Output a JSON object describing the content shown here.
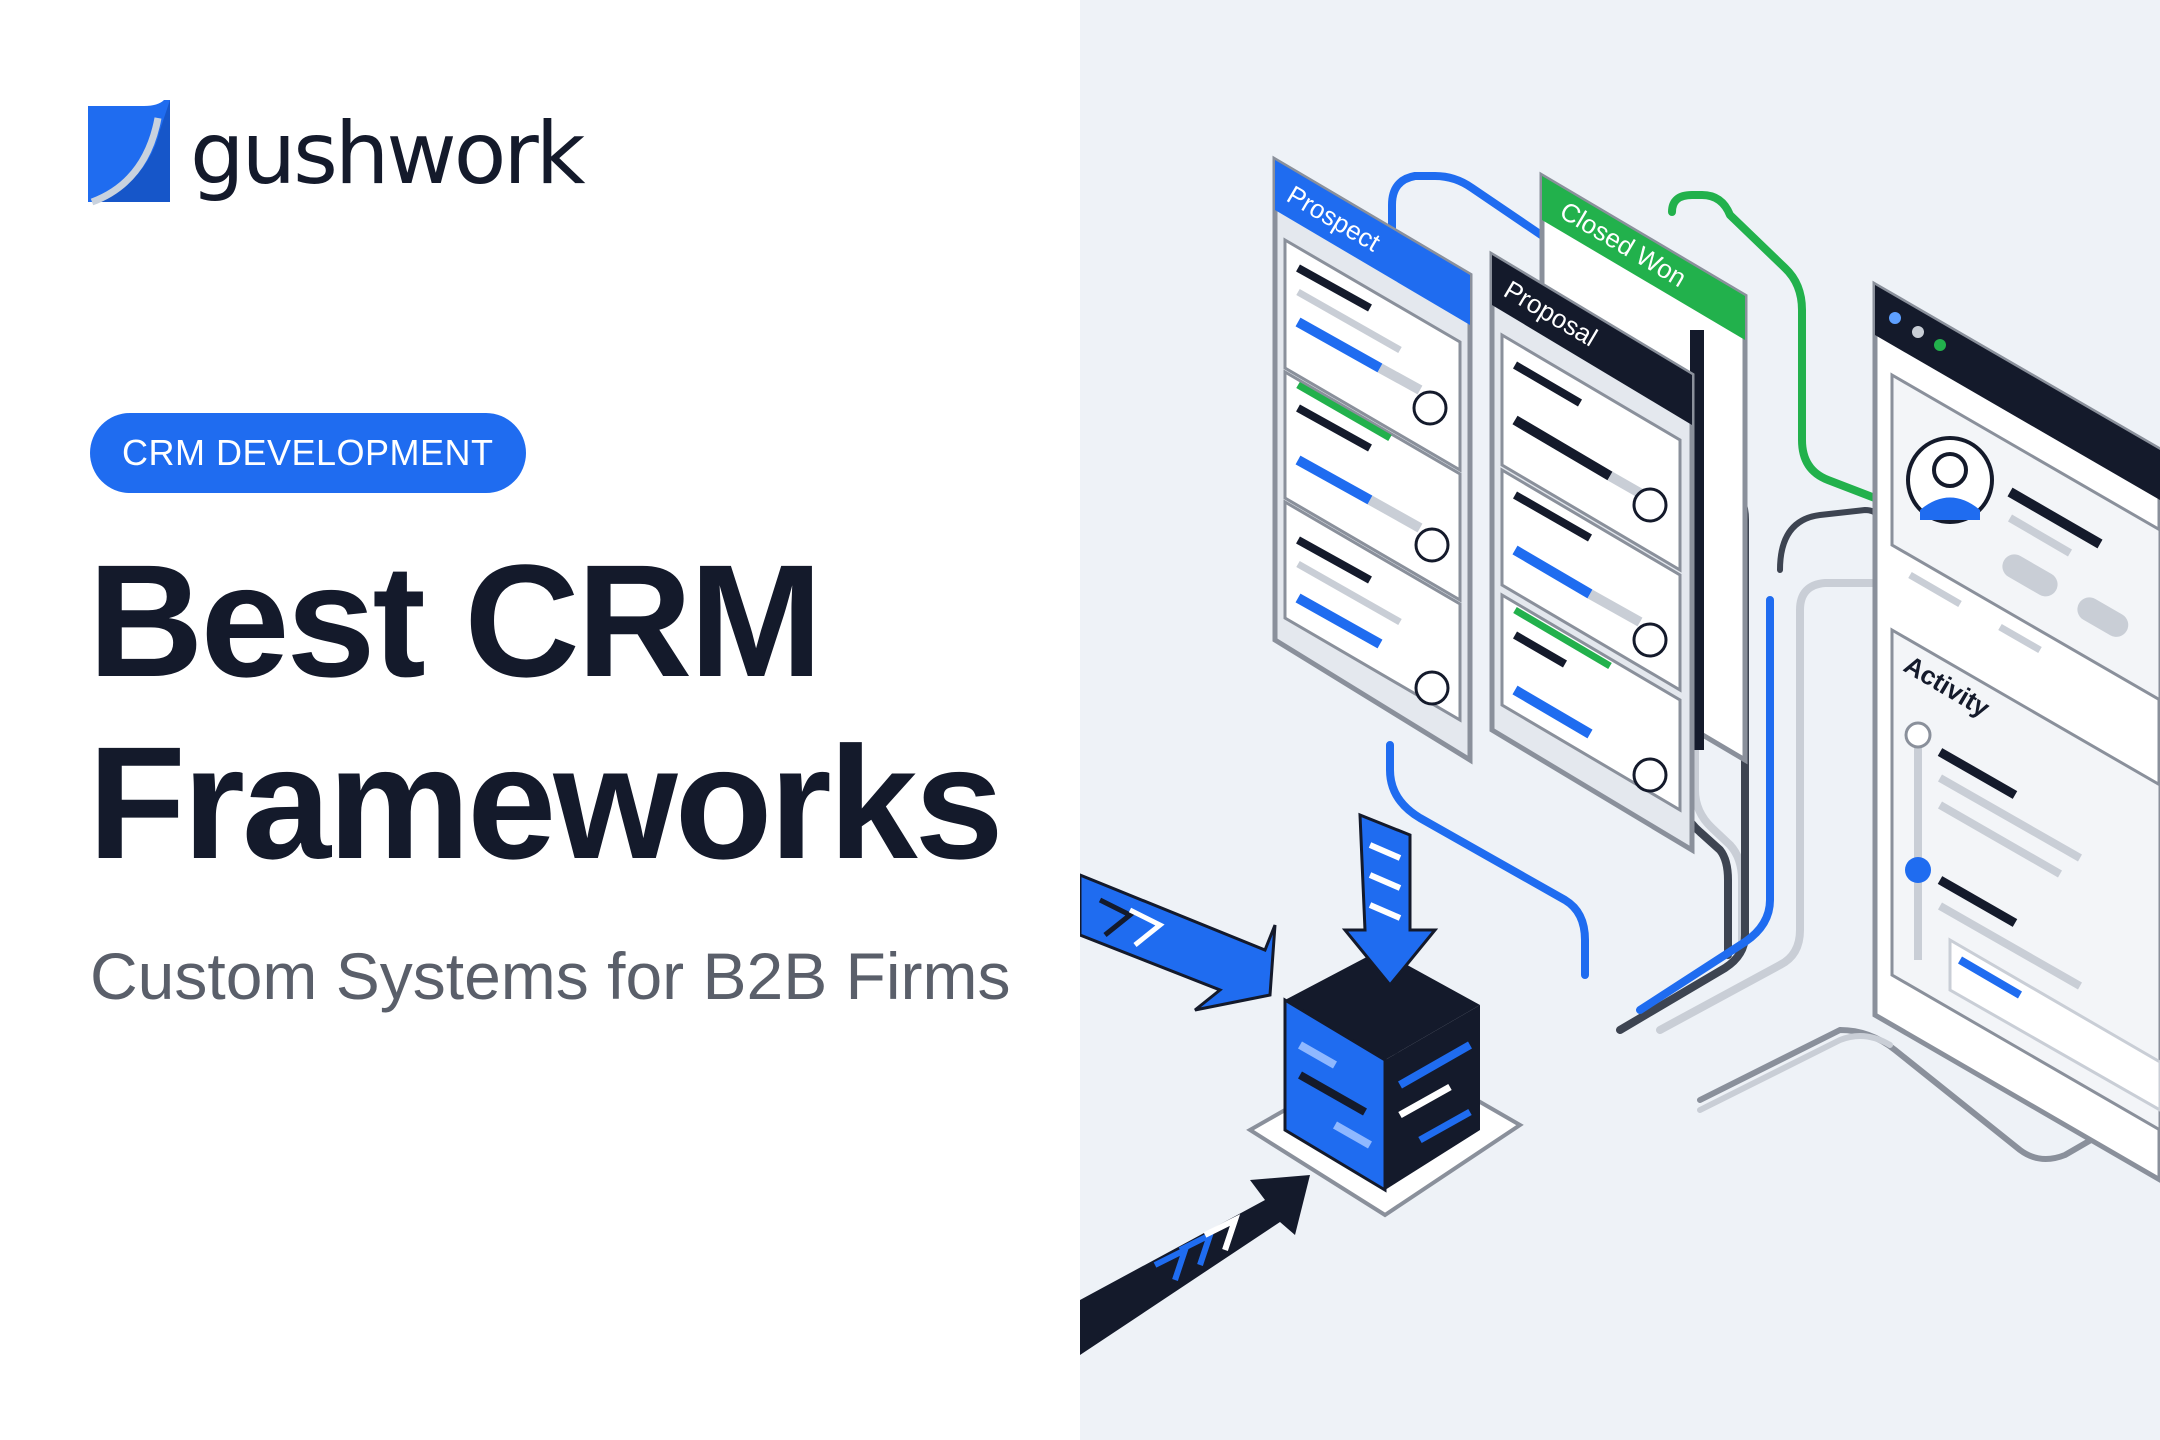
{
  "brand": {
    "name": "gushwork",
    "logo_icon": "folded-page-logo",
    "color": "#1f6cf0"
  },
  "tag": "CRM DEVELOPMENT",
  "title": {
    "line1": "Best CRM",
    "line2": "Frameworks"
  },
  "subtitle": "Custom Systems for B2B Firms",
  "illustration": {
    "columns": [
      {
        "label": "Prospect",
        "color": "#1f6cf0"
      },
      {
        "label": "Proposal",
        "color": "#141a2b"
      },
      {
        "label": "Closed Won",
        "color": "#22b14c"
      }
    ],
    "detail_panel": {
      "section": "Activity"
    },
    "colors": {
      "blue": "#1f6cf0",
      "dark": "#141a2b",
      "green": "#22b14c",
      "gray": "#c9ced6"
    }
  }
}
